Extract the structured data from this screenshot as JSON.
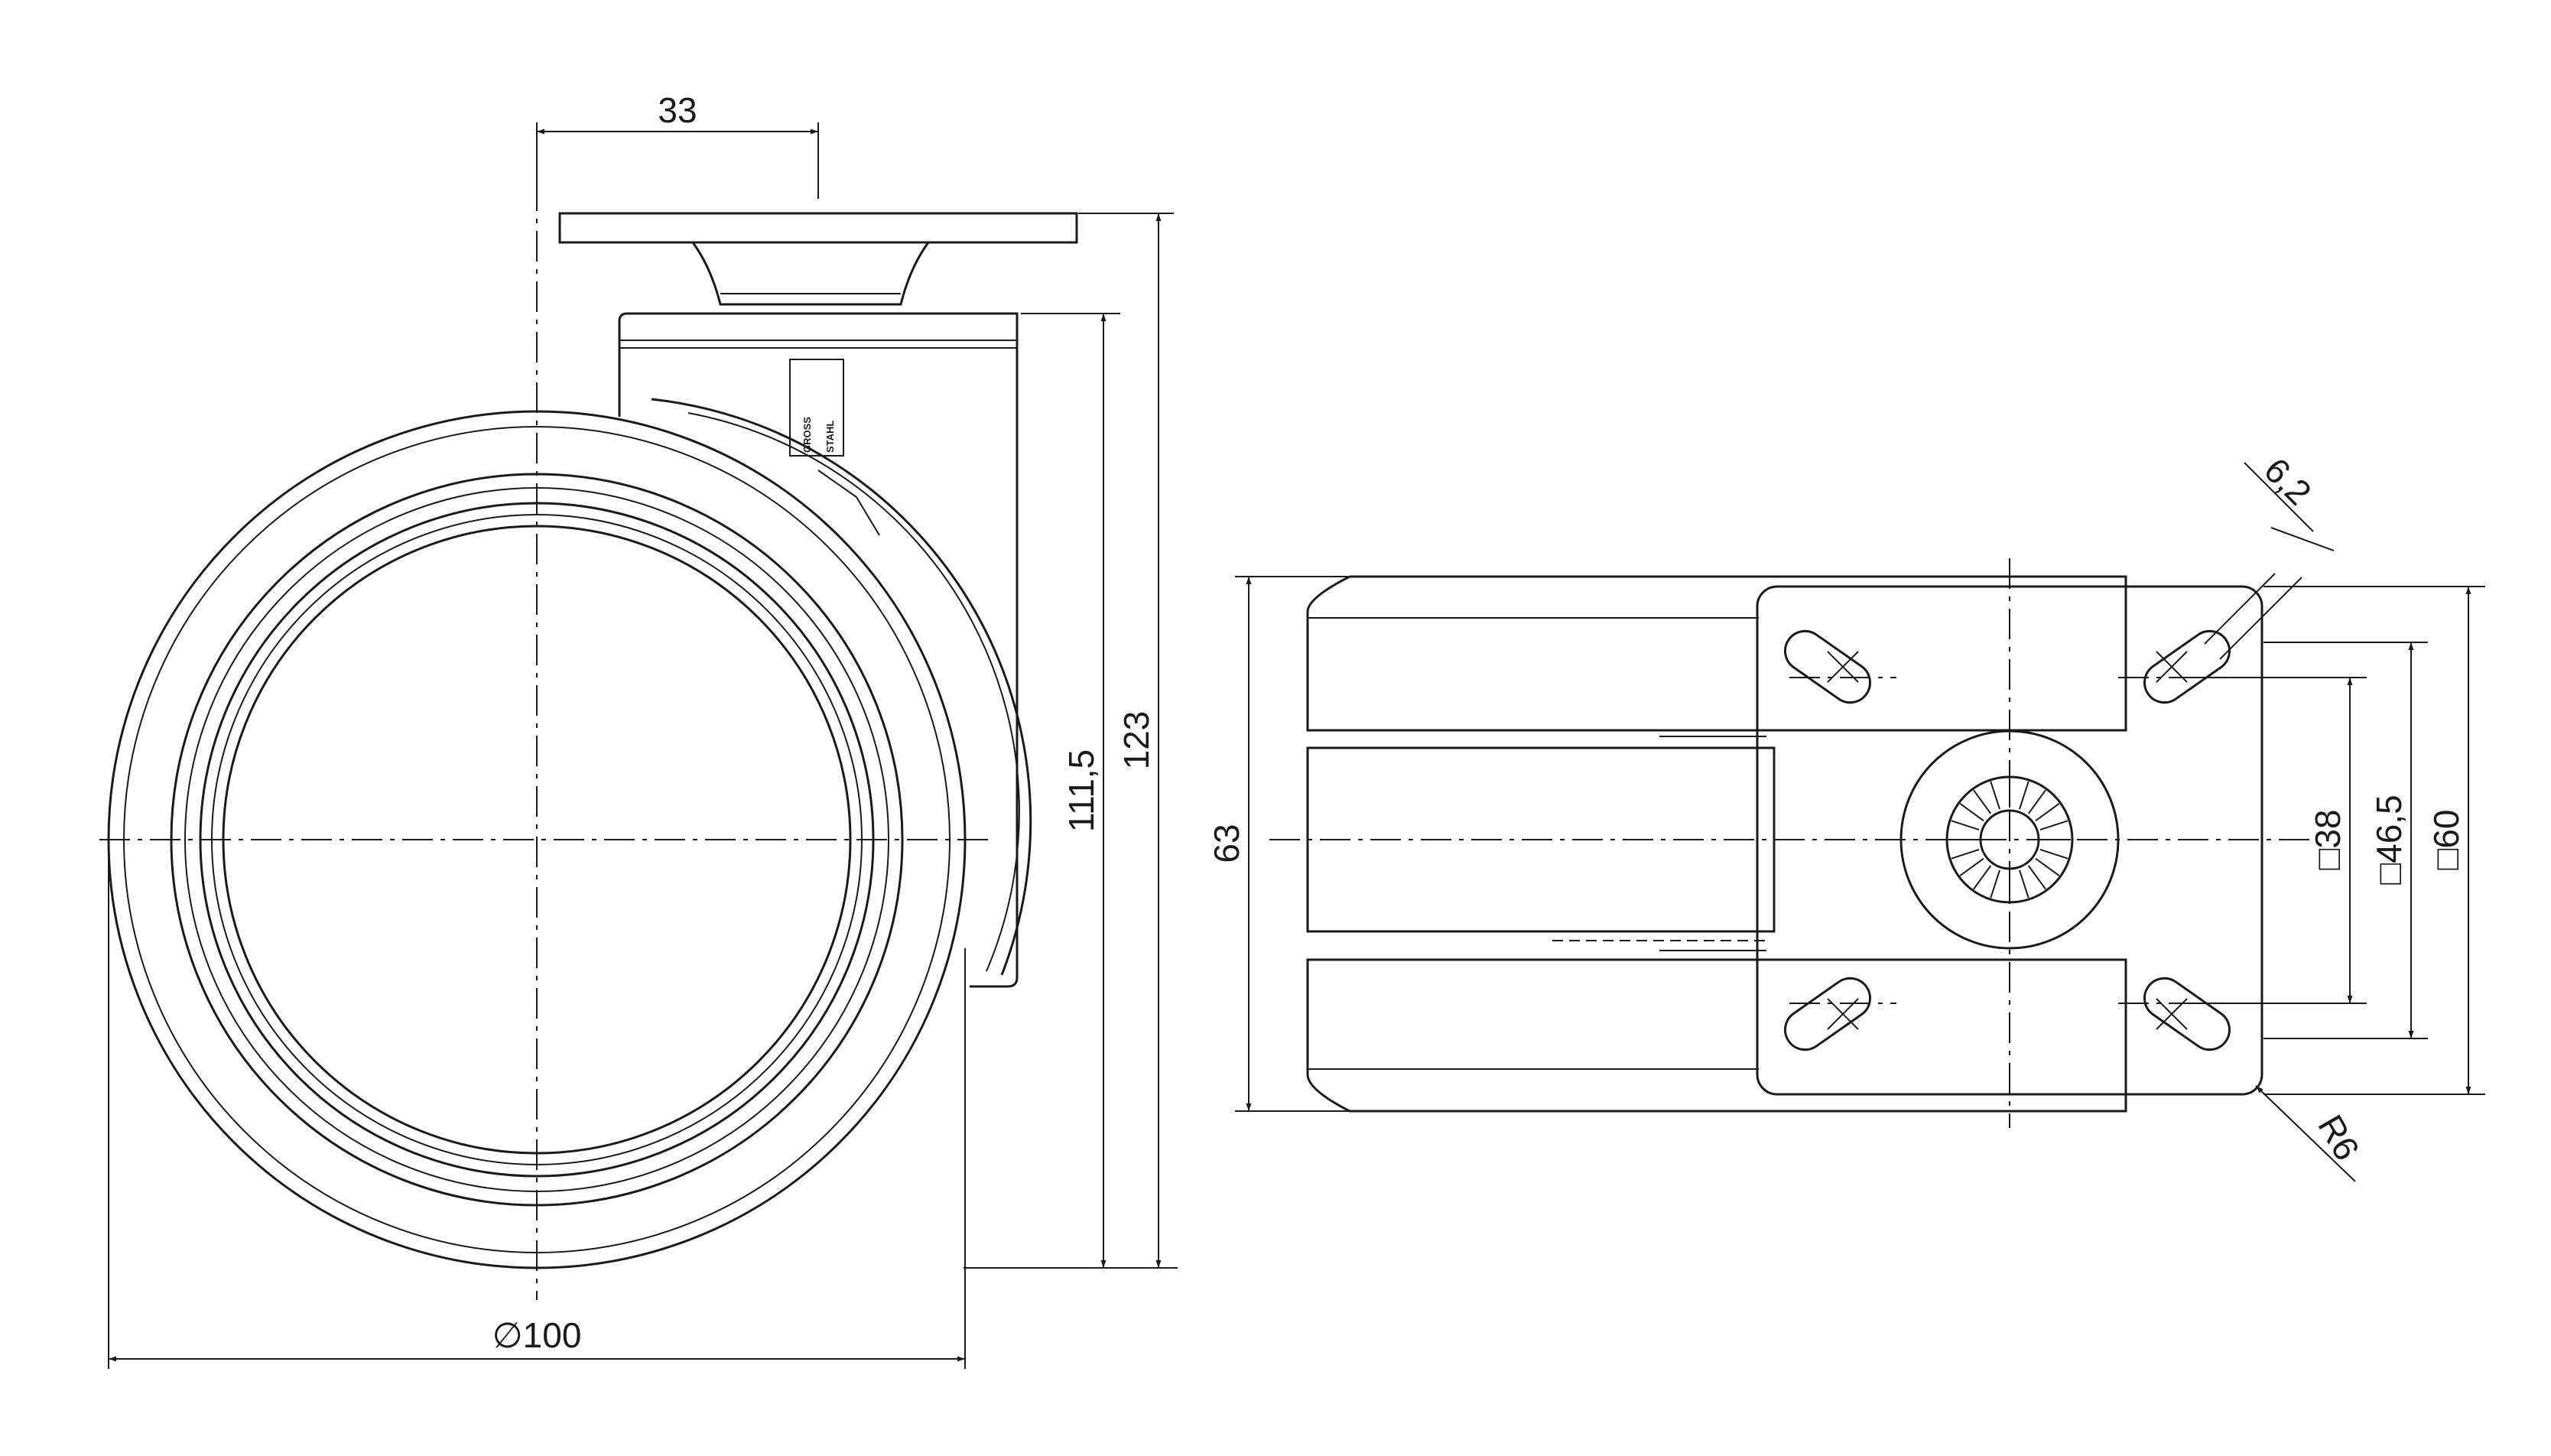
{
  "side_view": {
    "dim_offset": "33",
    "dim_height_body": "111,5",
    "dim_height_total": "123",
    "dim_diameter": "∅100",
    "logo_line1": "GROSS",
    "logo_line2": "STAHL"
  },
  "top_view": {
    "dim_height": "63",
    "dim_slot": "6,2",
    "dim_radius": "R6",
    "dim_hole_38": "□38",
    "dim_hole_46": "□46,5",
    "dim_plate_60": "□60"
  }
}
